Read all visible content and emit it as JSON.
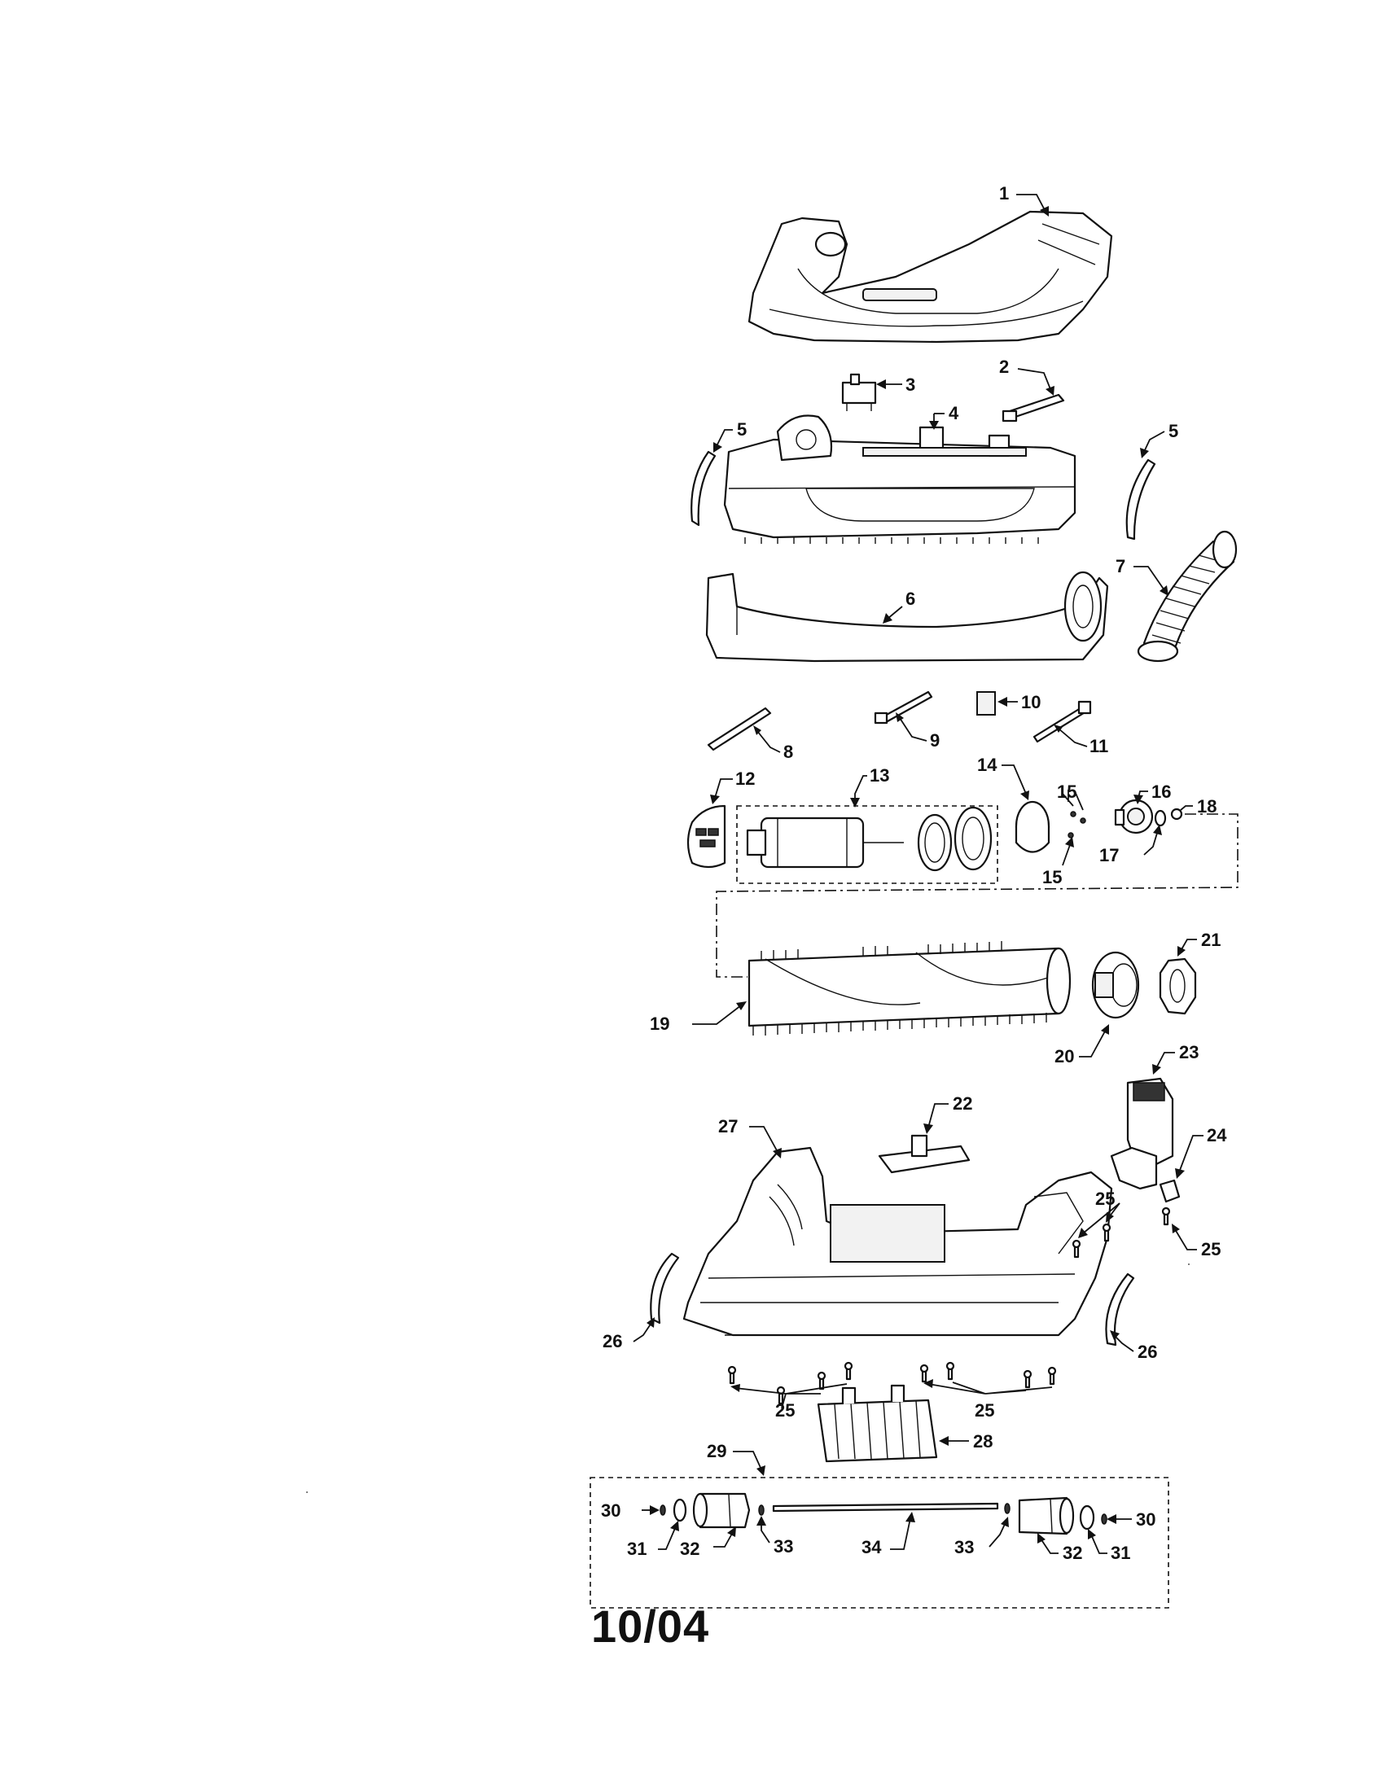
{
  "diagram": {
    "callouts": {
      "c1": "1",
      "c2": "2",
      "c3": "3",
      "c4": "4",
      "c5a": "5",
      "c5b": "5",
      "c6": "6",
      "c7": "7",
      "c8": "8",
      "c9": "9",
      "c10": "10",
      "c11": "11",
      "c12": "12",
      "c13": "13",
      "c14": "14",
      "c15a": "15",
      "c15b": "15",
      "c16": "16",
      "c17": "17",
      "c18": "18",
      "c19": "19",
      "c20": "20",
      "c21": "21",
      "c22": "22",
      "c23": "23",
      "c24": "24",
      "c25a": "25",
      "c25b": "25",
      "c25c": "25",
      "c25d": "25",
      "c26a": "26",
      "c26b": "26",
      "c27": "27",
      "c28": "28",
      "c29": "29",
      "c30a": "30",
      "c30b": "30",
      "c31a": "31",
      "c31b": "31",
      "c32a": "32",
      "c32b": "32",
      "c33a": "33",
      "c33b": "33",
      "c34": "34"
    }
  },
  "footer": {
    "date_code": "10/04"
  }
}
